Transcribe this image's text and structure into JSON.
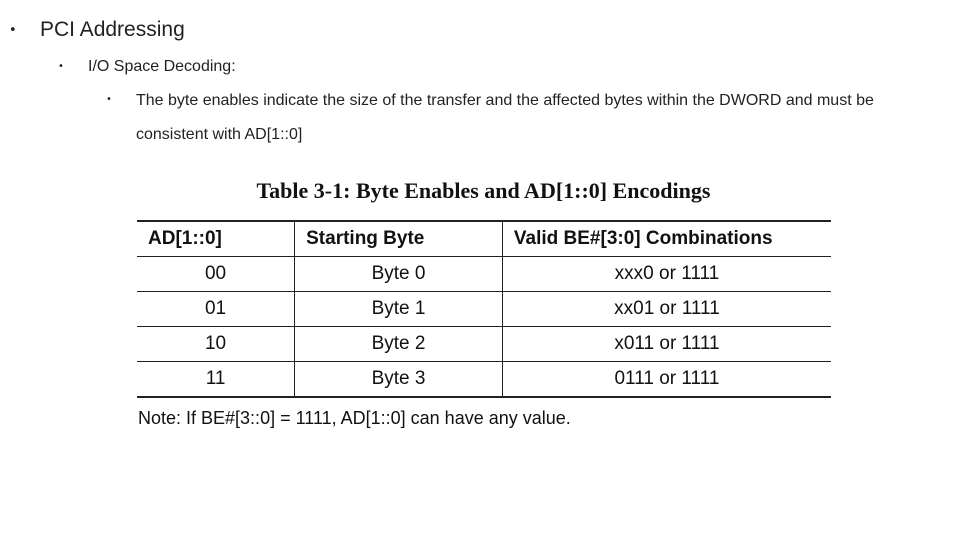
{
  "bullets": {
    "level1": "PCI Addressing",
    "level2": "I/O Space Decoding:",
    "level3": "The byte enables indicate the size of the transfer and the affected bytes within the DWORD  and must be consistent with AD[1::0]"
  },
  "table": {
    "title": "Table 3-1:  Byte Enables and AD[1::0] Encodings",
    "headers": [
      "AD[1::0]",
      "Starting Byte",
      "Valid BE#[3:0] Combinations"
    ],
    "rows": [
      [
        "00",
        "Byte 0",
        "xxx0 or 1111"
      ],
      [
        "01",
        "Byte 1",
        "xx01 or 1111"
      ],
      [
        "10",
        "Byte 2",
        "x011 or 1111"
      ],
      [
        "11",
        "Byte 3",
        "0111 or 1111"
      ]
    ],
    "note": "Note:  If BE#[3::0] = 1111, AD[1::0] can have any value."
  }
}
